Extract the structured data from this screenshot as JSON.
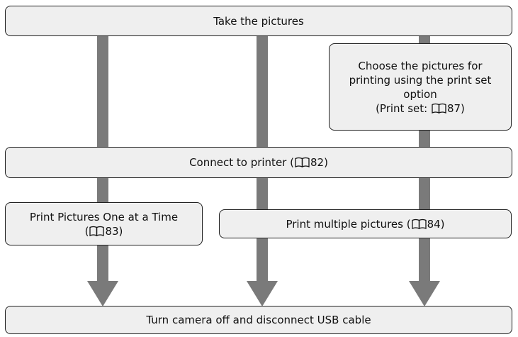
{
  "diagram": {
    "boxes": {
      "take_pictures": {
        "label": "Take the pictures"
      },
      "choose_pictures": {
        "line1": "Choose the pictures for",
        "line2": "printing using the print set",
        "line3": "option",
        "ref_prefix": "(Print set: ",
        "ref_page": "87",
        "ref_suffix": ")"
      },
      "connect_printer": {
        "prefix": "Connect to printer (",
        "ref_page": "82",
        "suffix": ")"
      },
      "print_one": {
        "line1": "Print Pictures One at a Time",
        "ref_prefix": "(",
        "ref_page": "83",
        "ref_suffix": ")"
      },
      "print_multiple": {
        "prefix": "Print multiple pictures (",
        "ref_page": "84",
        "suffix": ")"
      },
      "turn_off": {
        "label": "Turn camera off and disconnect USB cable"
      }
    },
    "icons": {
      "page_reference": "book-icon"
    },
    "colors": {
      "box_fill": "#efefef",
      "box_border": "#1f1f1f",
      "connector": "#7a7a7a"
    }
  }
}
